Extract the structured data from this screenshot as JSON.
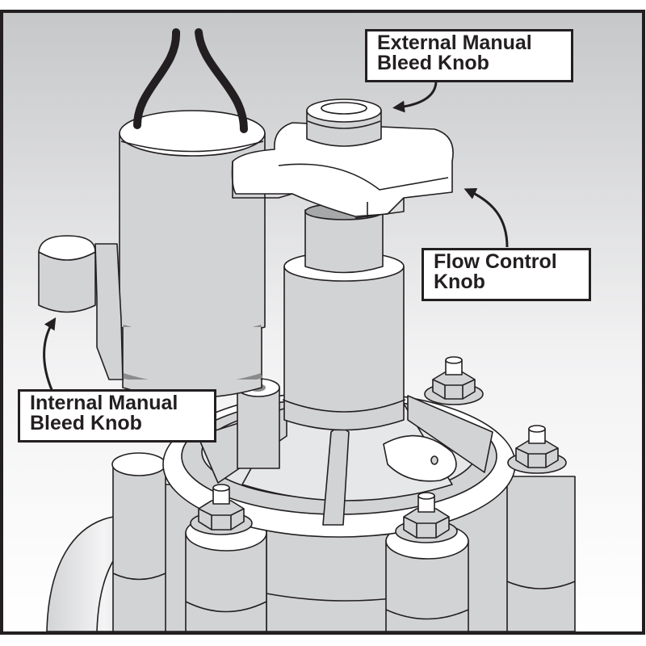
{
  "diagram": {
    "subject": "Irrigation valve with solenoid and bleed/flow controls",
    "colors": {
      "outline": "#231f20",
      "body_fill": "#d2d3d5",
      "highlight_fill": "#ffffff",
      "dark_band": "#8a8b8d",
      "background_top": "#c8c9cb",
      "background_bottom": "#ffffff"
    },
    "callouts": [
      {
        "id": "external-manual-bleed-knob",
        "lines": [
          "External Manual",
          "Bleed Knob"
        ],
        "points_to": "bleed screw cap on top of flow control stem"
      },
      {
        "id": "flow-control-knob",
        "lines": [
          "Flow Control",
          "Knob"
        ],
        "points_to": "four-lobed star handle"
      },
      {
        "id": "internal-manual-bleed-knob",
        "lines": [
          "Internal Manual",
          "Bleed Knob"
        ],
        "points_to": "lever at side of solenoid"
      }
    ],
    "parts": [
      "solenoid-wires",
      "solenoid",
      "internal-bleed-lever",
      "flow-control-handle",
      "bleed-cap",
      "flow-control-stem",
      "bonnet",
      "bonnet-bolts",
      "valve-body",
      "inlet-flange"
    ]
  }
}
